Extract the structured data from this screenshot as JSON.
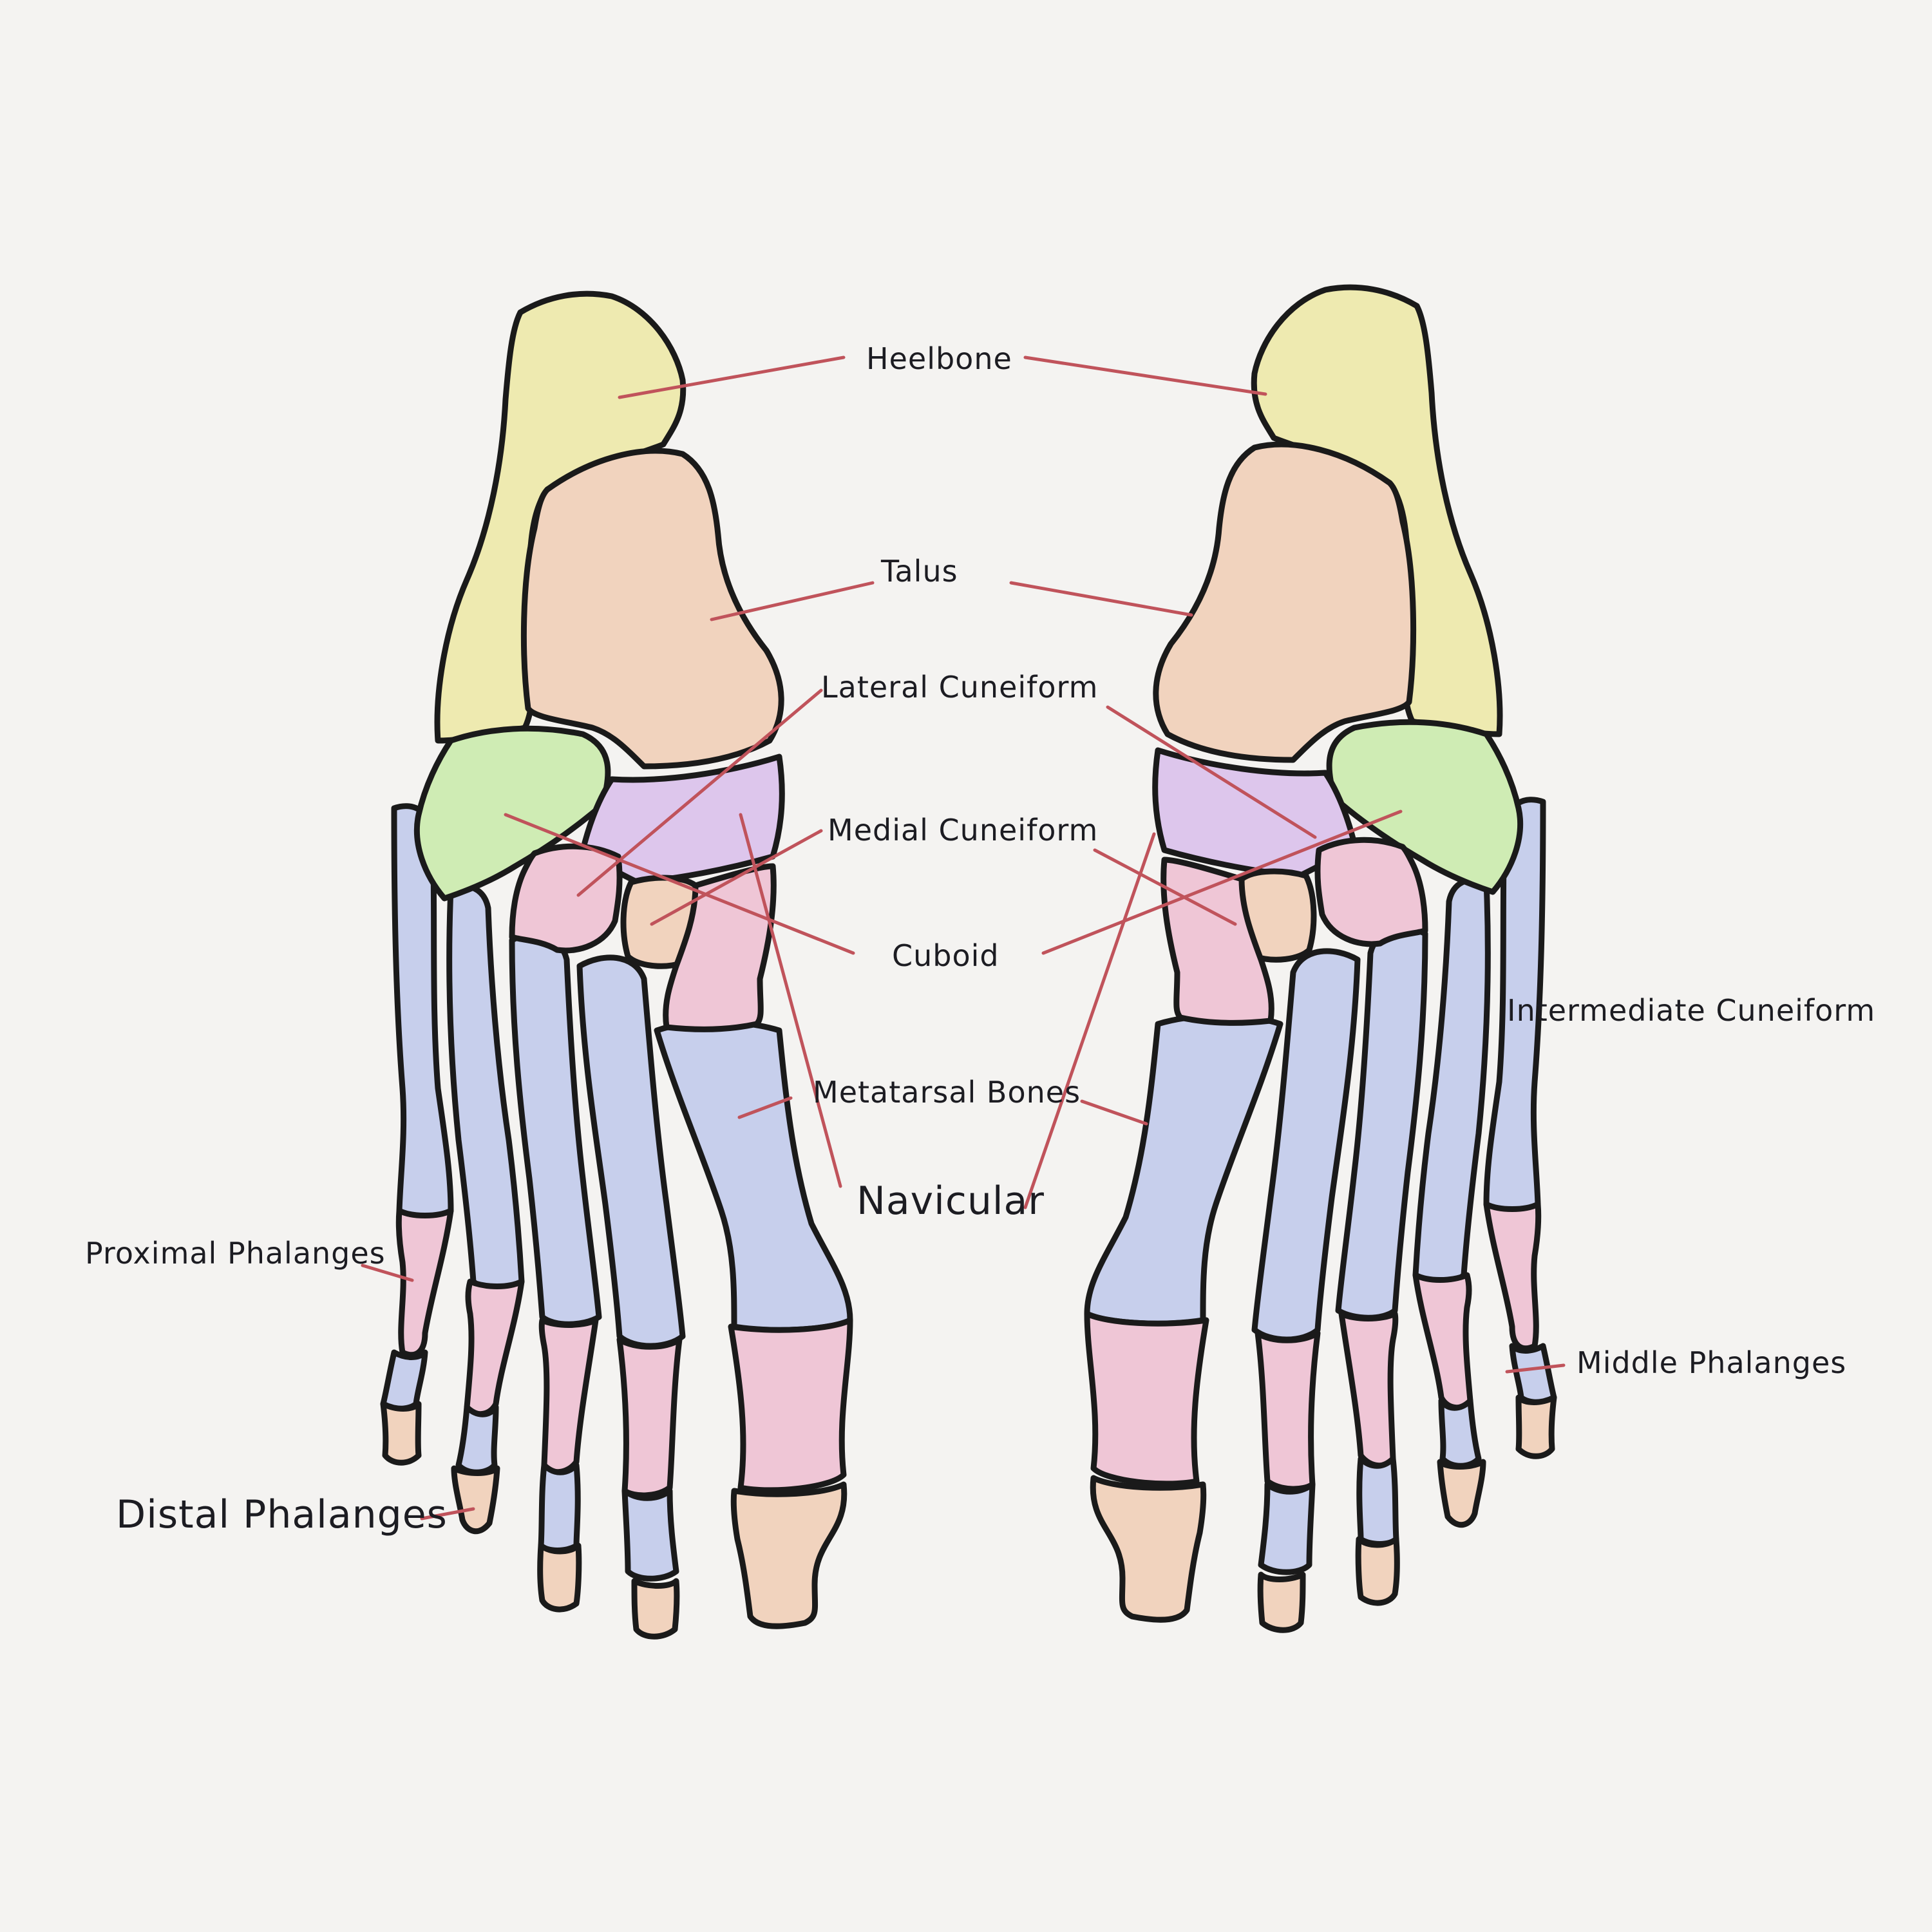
{
  "colors": {
    "background": "#f4f3f1",
    "heelbone": "#eeeab0",
    "talus": "#f1d3be",
    "cuboid": "#cfecb4",
    "navicular": "#ddc6ec",
    "cuneiform": "#efc6d6",
    "metatarsal": "#c7cfec",
    "proximal_phalanx": "#efc6d6",
    "middle_phalanx": "#c7cfec",
    "distal_phalanx": "#f1d3be",
    "outline": "#1a1a1a",
    "leader": "#c0535b"
  },
  "labels": {
    "heelbone": "Heelbone",
    "talus": "Talus",
    "lateral_cuneiform": "Lateral Cuneiform",
    "medial_cuneiform": "Medial Cuneiform",
    "cuboid": "Cuboid",
    "intermediate_cuneiform": "Intermediate Cuneiform",
    "metatarsal_bones": "Metatarsal Bones",
    "navicular": "Navicular",
    "proximal_phalanges": "Proximal Phalanges",
    "middle_phalanges": "Middle Phalanges",
    "distal_phalanges": "Distal Phalanges"
  }
}
